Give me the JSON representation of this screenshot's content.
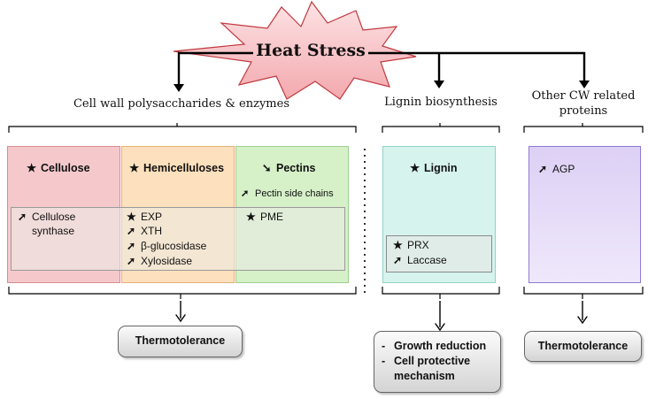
{
  "title": "Heat Stress",
  "headers": {
    "polysaccharides": "Cell wall polysaccharides & enzymes",
    "lignin": "Lignin biosynthesis",
    "other_line1": "Other CW related",
    "other_line2": "proteins"
  },
  "symbols": {
    "star": "★",
    "up": "➚",
    "down": "➘"
  },
  "boxes": {
    "cellulose": {
      "title": "Cellulose",
      "items": [
        "Cellulose",
        "synthase"
      ]
    },
    "hemicelluloses": {
      "title": "Hemicelluloses",
      "items": [
        "EXP",
        "XTH",
        "β-glucosidase",
        "Xylosidase"
      ]
    },
    "pectins": {
      "title": "Pectins",
      "subtitle": "Pectin side chains",
      "items": [
        "PME"
      ]
    },
    "lignin": {
      "title": "Lignin",
      "items": [
        "PRX",
        "Laccase"
      ]
    },
    "other": {
      "items": [
        "AGP"
      ]
    }
  },
  "outcomes": {
    "left": "Thermotolerance",
    "middle": [
      "Growth reduction",
      "Cell protective",
      "mechanism"
    ],
    "middle_bullet": "-",
    "right": "Thermotolerance"
  },
  "colors": {
    "cellulose": "#f5c9cc",
    "hemicelluloses": "#fde0bd",
    "pectins": "#d6f0c8",
    "lignin": "#d6f3ee",
    "other": "#ddd0f5",
    "star_fill": "#f8c5c9",
    "star_stroke": "#c0393f"
  }
}
